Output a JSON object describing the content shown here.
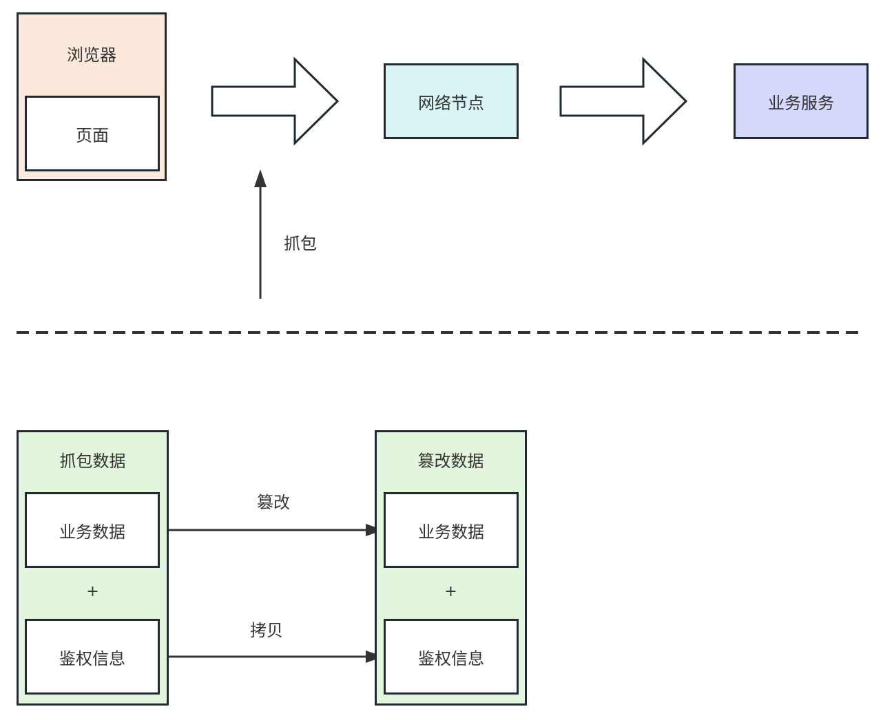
{
  "colors": {
    "browser_fill": "#fde9dc",
    "network_fill": "#d9f4f4",
    "service_fill": "#d5d8fa",
    "data_fill": "#e3f5dc",
    "stroke": "#1f2a33",
    "white": "#ffffff"
  },
  "top": {
    "browser": {
      "title": "浏览器",
      "page": "页面"
    },
    "network_node": "网络节点",
    "business_service": "业务服务",
    "capture_label": "抓包"
  },
  "bottom": {
    "captured": {
      "title": "抓包数据",
      "business_data": "业务数据",
      "plus": "+",
      "auth_info": "鉴权信息"
    },
    "tampered": {
      "title": "篡改数据",
      "business_data": "业务数据",
      "plus": "+",
      "auth_info": "鉴权信息"
    },
    "tamper_label": "篡改",
    "copy_label": "拷贝"
  }
}
